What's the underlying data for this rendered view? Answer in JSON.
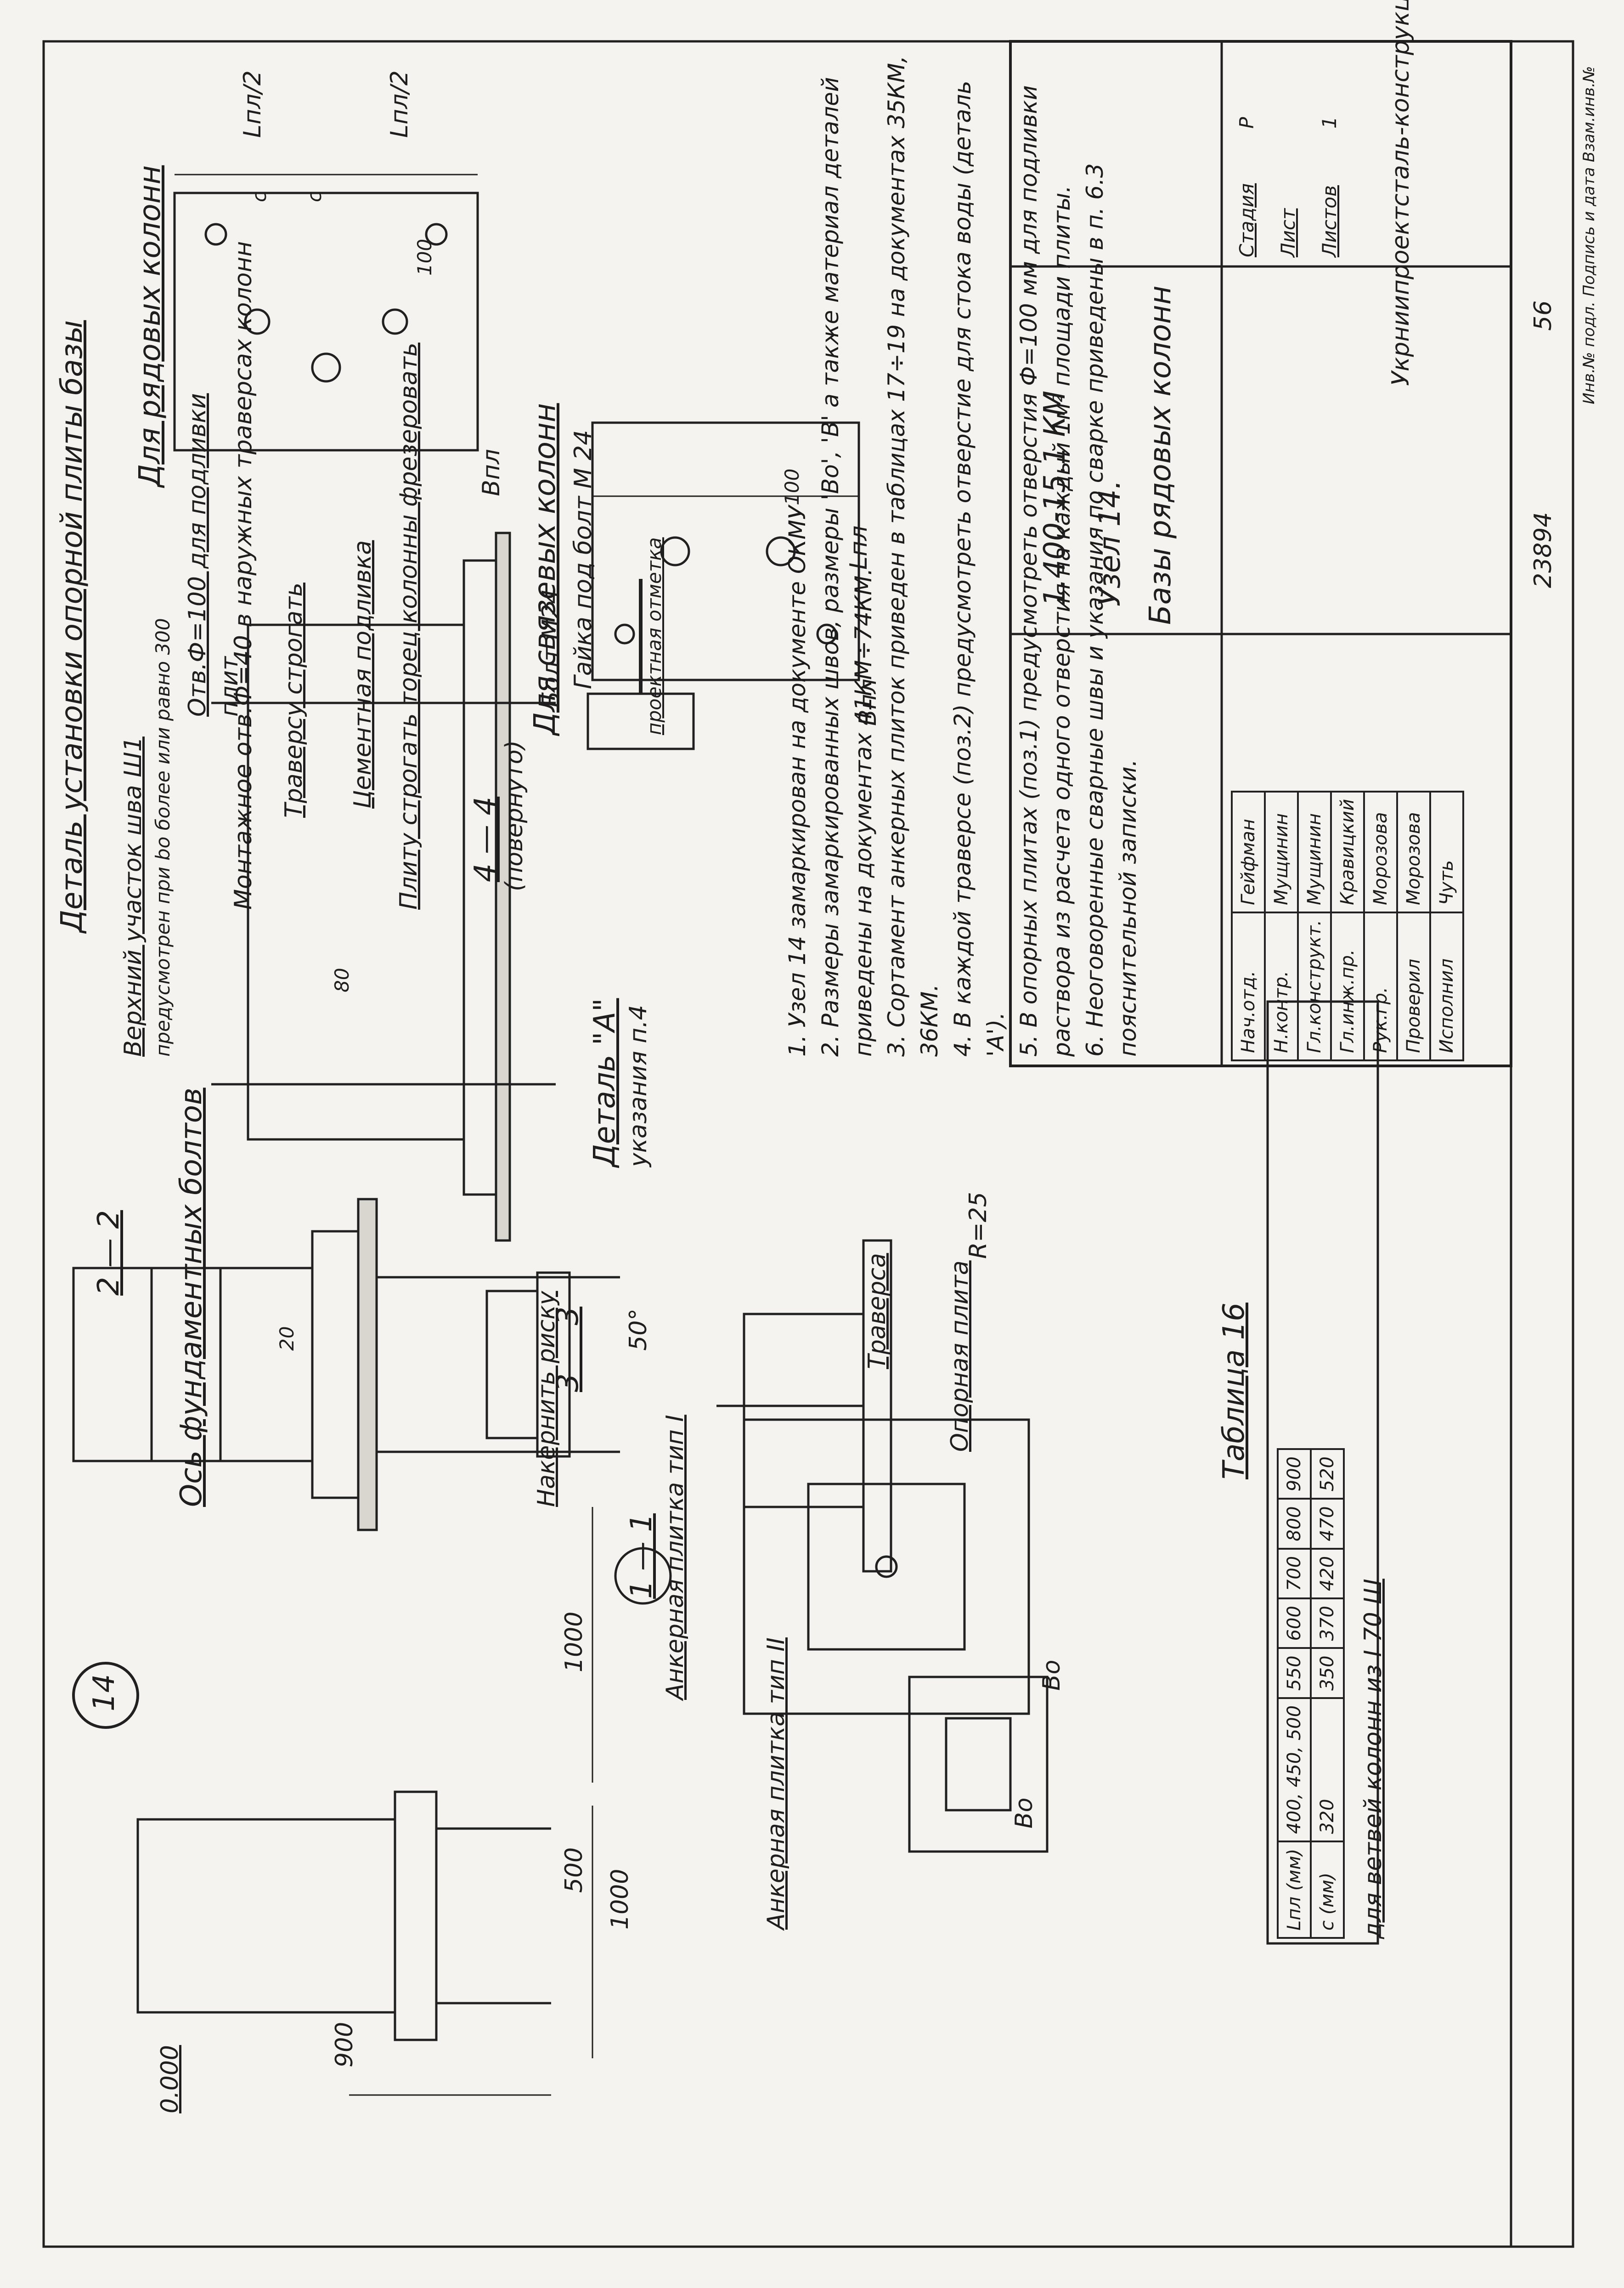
{
  "drawing": {
    "code": "1.400-15.1 КМ",
    "title": "Базы рядовых колонн",
    "node": "Узел 14.",
    "organization": "Укрниипроектсталь-конструкция",
    "sheet_number": "23894",
    "sheet_page": "56",
    "stage_label": "Стадия",
    "stage": "Р",
    "sheet_label": "Лист",
    "sheet": "",
    "sheets_label": "Листов",
    "sheets": "1",
    "circle_mark": "14",
    "frame_top_right": "Инв.№ подл.  Подпись и дата  Взам.инв.№"
  },
  "stamp": {
    "rows": [
      {
        "role": "Нач.отд.",
        "name": "Гейфман"
      },
      {
        "role": "Н.контр.",
        "name": "Мущинин"
      },
      {
        "role": "Гл.конструкт.",
        "name": "Мущинин"
      },
      {
        "role": "Гл.инж.пр.",
        "name": "Кравицкий"
      },
      {
        "role": "Рук.гр.",
        "name": "Морозова"
      },
      {
        "role": "Проверил",
        "name": "Морозова"
      },
      {
        "role": "Исполнил",
        "name": "Чуть"
      }
    ]
  },
  "notes": [
    "1. Узел 14 замаркирован на документе ОКМУ",
    "2. Размеры замаркированных швов, размеры 'Во', 'В' а также материал деталей приведены на документах 41КМ÷74КМ.",
    "3. Сортамент анкерных плиток приведен в таблицах 17÷19 на документах 35КМ, 36КМ.",
    "4. В каждой траверсе (поз.2) предусмотреть отверстие для стока воды (деталь 'А').",
    "5. В опорных плитах (поз.1) предусмотреть отверстия Ф=100 мм для подливки раствора из расчета одного отверстия на каждый 1м² площади плиты.",
    "6. Неоговоренные сварные швы и указания по сварке приведены в п. 6.3 пояснительной записки."
  ],
  "labels": {
    "detail_title": "Деталь установки опорной плиты базы",
    "ordinary_columns": "Для рядовых колонн",
    "tie_columns": "Для связевых колонн",
    "nut_m24": "Гайка под болт М 24",
    "upper_weld": "Верхний участок шва Ш1",
    "upper_weld_note": "предусмотрен при bo более или равно 300",
    "hole_100": "Отв.Ф=100 для подливки",
    "mount_hole": "Монтажное отв.Ф=40 в наружных траверсах колонн",
    "cement": "Цементная подливка",
    "mill_plate": "Плиту строгать торец колонны фрезеровать",
    "mill_traverse": "Траверсу строгать",
    "plate_word": "плит",
    "section_2_2": "2 — 2",
    "section_4_4": "4 — 4",
    "rotated": "(повернуто)",
    "bolt_m24": "Болт М24",
    "design_mark": "проектная отметка",
    "detail_a": "Деталь \"А\"",
    "see_note4": "указания п.4",
    "section_3_3": "3 — 3",
    "angle_50": "50°",
    "r25": "R=25",
    "traverse": "Траверса",
    "base_plate": "Опорная плита",
    "foundation_axis": "Ось фундаментных болтов",
    "make_mark": "Накернить риску",
    "section_1_1": "1 — 1",
    "anchor_type1": "Анкерная плитка тип I",
    "anchor_type2": "Анкерная плитка тип II",
    "zero": "0.000",
    "dim_1000": "1000",
    "dim_500": "500",
    "dim_900": "900",
    "dim_100": "100",
    "dim_20": "20",
    "dim_80": "80",
    "lpl": "Lпл",
    "lpl2": "Lпл/2",
    "bo": "Во",
    "bpl": "Впл",
    "c_mark": "с",
    "table_title": "Таблица 16",
    "table_caption": "для ветвей колонн из I 70 Ш"
  },
  "table16": {
    "header": "Lпл (мм)",
    "row2_label": "с (мм)",
    "cols": [
      "400, 450, 500",
      "550",
      "600",
      "700",
      "800",
      "900"
    ],
    "row2": [
      "320",
      "350",
      "370",
      "420",
      "470",
      "520"
    ]
  }
}
